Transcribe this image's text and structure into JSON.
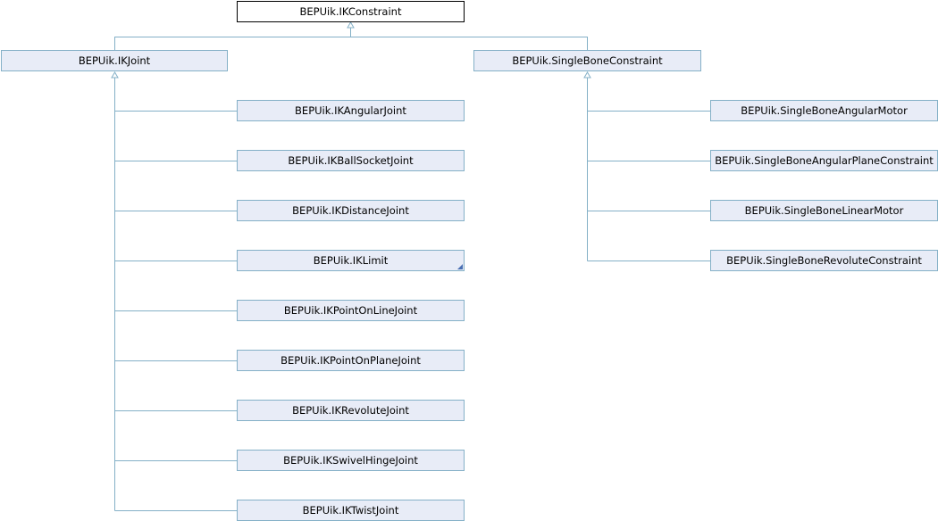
{
  "diagram": {
    "root": "BEPUik.IKConstraint",
    "ikjoint": "BEPUik.IKJoint",
    "single": "BEPUik.SingleBoneConstraint",
    "joints": [
      "BEPUik.IKAngularJoint",
      "BEPUik.IKBallSocketJoint",
      "BEPUik.IKDistanceJoint",
      "BEPUik.IKLimit",
      "BEPUik.IKPointOnLineJoint",
      "BEPUik.IKPointOnPlaneJoint",
      "BEPUik.IKRevoluteJoint",
      "BEPUik.IKSwivelHingeJoint",
      "BEPUik.IKTwistJoint"
    ],
    "singles": [
      "BEPUik.SingleBoneAngularMotor",
      "BEPUik.SingleBoneAngularPlaneConstraint",
      "BEPUik.SingleBoneLinearMotor",
      "BEPUik.SingleBoneRevoluteConstraint"
    ]
  },
  "colors": {
    "connector": "#84b0c7",
    "node_fill": "#e8ecf7",
    "node_border": "#84b0c7",
    "root_border": "#000000",
    "marker": "#4a6fb3"
  }
}
